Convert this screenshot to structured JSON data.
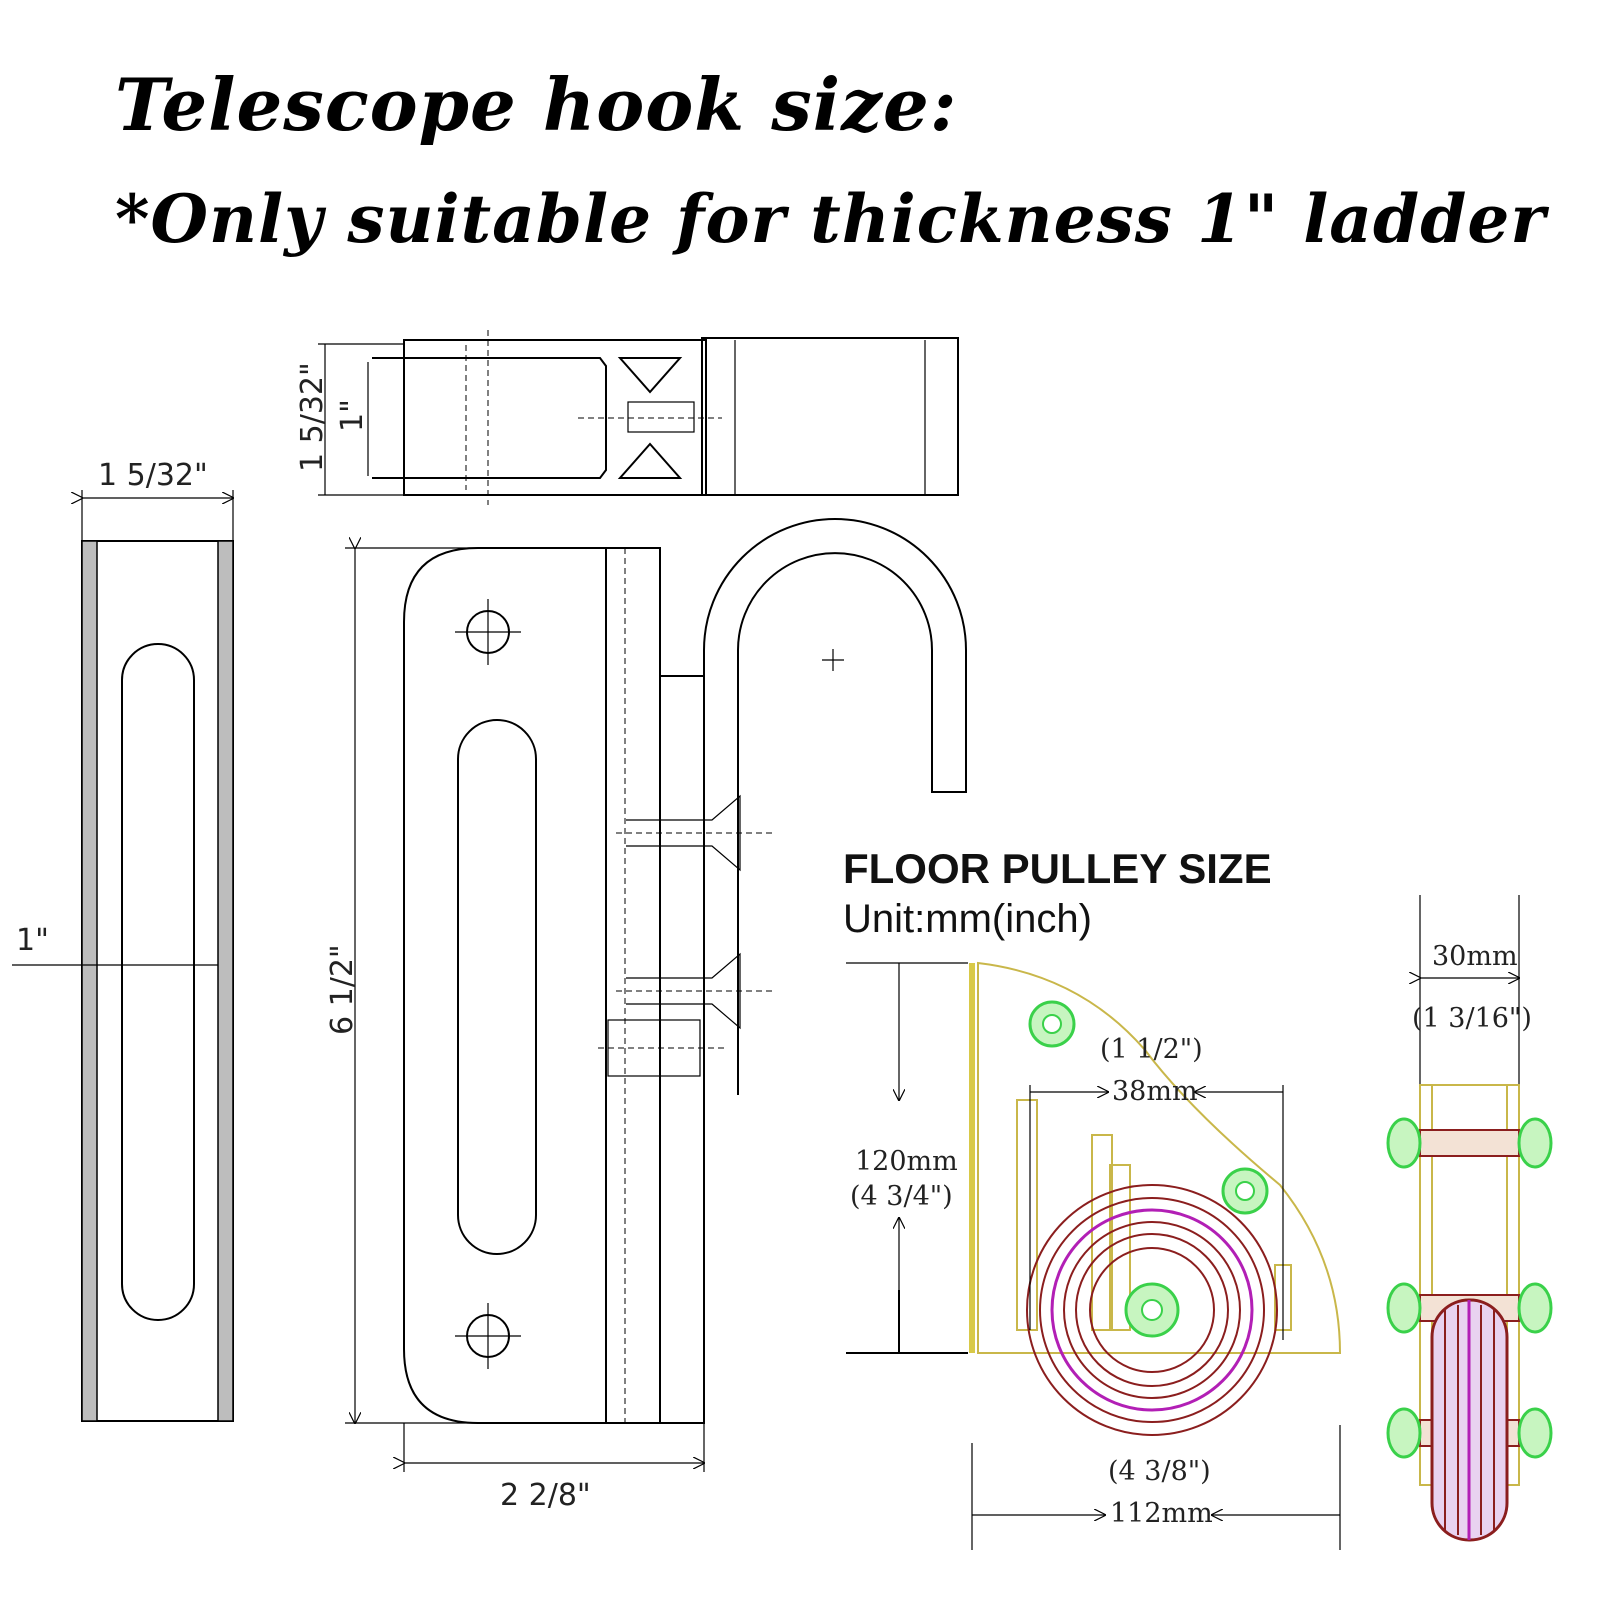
{
  "header": {
    "title": "Telescope hook size:",
    "subtitle": "*Only suitable for thickness 1\" ladder"
  },
  "hook_dims": {
    "top_height": "1 5/32\"",
    "top_inner": "1\"",
    "side_width": "1 5/32\"",
    "side_inner": "1\"",
    "length": "6 1/2\"",
    "base_width": "2  2/8\""
  },
  "pulley": {
    "title": "FLOOR PULLEY SIZE",
    "unit": "Unit:mm(inch)",
    "height_mm": "120mm",
    "height_in": "(4 3/4\")",
    "inner_in": "(1 1/2\")",
    "inner_mm": "38mm",
    "width_in": "(4 3/8\")",
    "width_mm": "112mm",
    "thickness_mm": "30mm",
    "thickness_in": "(1 3/16\")"
  },
  "colors": {
    "line": "#000000",
    "plate": "#c9b74a",
    "bolt": "#3ad14a",
    "wheel": "#8b1e1e",
    "hub": "#b21fb5"
  }
}
